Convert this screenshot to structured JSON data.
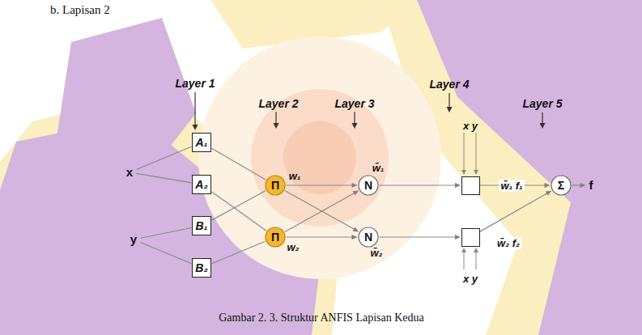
{
  "diagram": {
    "title": "b. Lapisan 2",
    "caption": "Gambar 2. 3. Struktur ANFIS Lapisan Kedua",
    "nodes": [
      {
        "text": [
          "x"
        ]
      },
      {
        "text": [
          "y"
        ]
      },
      {
        "text": [
          "A₁"
        ]
      },
      {
        "text": [
          "A₂"
        ]
      },
      {
        "text": [
          "B₁"
        ]
      },
      {
        "text": [
          "B₂"
        ]
      },
      {
        "text": [
          "Π",
          "w₁"
        ]
      },
      {
        "text": [
          "Π",
          "w₂"
        ]
      },
      {
        "text": [
          "N",
          "w̄₁"
        ]
      },
      {
        "text": [
          "N",
          "w̄₂"
        ]
      },
      {
        "text": [
          "x y"
        ]
      },
      {
        "text": [
          "x y"
        ]
      },
      {
        "text": [
          "Σ"
        ]
      },
      {
        "text": [
          "f"
        ]
      }
    ],
    "edges": [
      {
        "from": 0,
        "to": 2,
        "arrow": "none"
      },
      {
        "from": 0,
        "to": 3,
        "arrow": "none"
      },
      {
        "from": 1,
        "to": 4,
        "arrow": "none"
      },
      {
        "from": 1,
        "to": 5,
        "arrow": "none"
      },
      {
        "from": 2,
        "to": 6,
        "arrow": "none"
      },
      {
        "from": 4,
        "to": 6,
        "arrow": "none"
      },
      {
        "from": 3,
        "to": 7,
        "arrow": "none"
      },
      {
        "from": 5,
        "to": 7,
        "arrow": "none"
      },
      {
        "from": 6,
        "to": 8,
        "arrow": "to"
      },
      {
        "from": 6,
        "to": 9,
        "arrow": "to"
      },
      {
        "from": 7,
        "to": 8,
        "arrow": "to"
      },
      {
        "from": 7,
        "to": 9,
        "arrow": "to"
      },
      {
        "from": 8,
        "to": 10,
        "arrow": "to"
      },
      {
        "from": 9,
        "to": 11,
        "arrow": "to"
      },
      {
        "from": 10,
        "to": 12,
        "label": "w̄₁ f₁",
        "arrow": "to"
      },
      {
        "from": 11,
        "to": 12,
        "label": "w̄₂ f₂",
        "arrow": "to"
      },
      {
        "from": 12,
        "to": 13,
        "arrow": "to"
      }
    ],
    "labels": [
      "Layer 1",
      "Layer 2",
      "Layer 3",
      "Layer 4",
      "Layer 5"
    ]
  }
}
